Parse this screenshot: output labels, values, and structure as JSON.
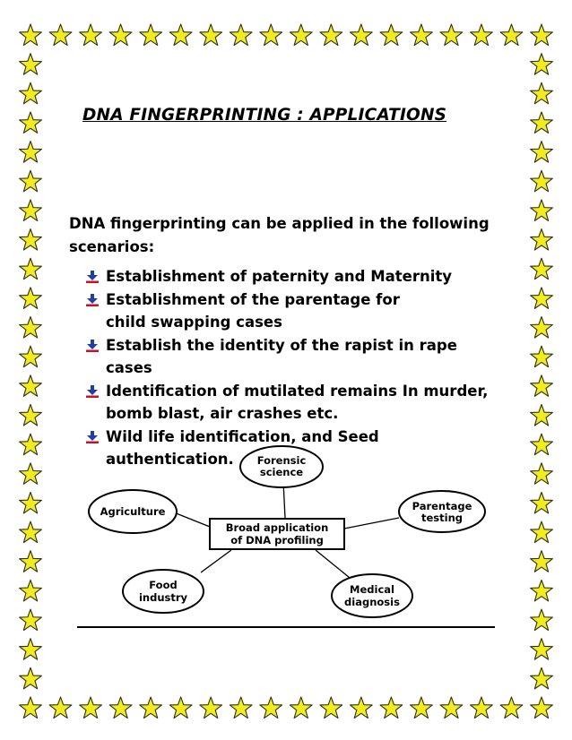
{
  "document": {
    "title": "DNA FINGERPRINTING : APPLICATIONS",
    "intro": "DNA fingerprinting can be applied in the following scenarios:",
    "bullets": [
      {
        "line1": "Establishment of paternity and Maternity",
        "line2": ""
      },
      {
        "line1": "Establishment of the parentage for",
        "line2": "child swapping cases"
      },
      {
        "line1": "Establish the identity of the rapist in rape cases",
        "line2": ""
      },
      {
        "line1": "Identification of mutilated remains In murder,",
        "line2": "bomb blast, air crashes etc."
      },
      {
        "line1": "Wild life identification, and Seed authentication.",
        "line2": ""
      }
    ]
  },
  "diagram": {
    "center": {
      "line1": "Broad application",
      "line2": "of DNA profiling"
    },
    "nodes": {
      "forensic": {
        "line1": "Forensic",
        "line2": "science"
      },
      "agriculture": {
        "line1": "Agriculture"
      },
      "parentage": {
        "line1": "Parentage",
        "line2": "testing"
      },
      "food": {
        "line1": "Food",
        "line2": "industry"
      },
      "medical": {
        "line1": "Medical",
        "line2": "diagnosis"
      }
    }
  },
  "colors": {
    "star_fill": "#f2ec1f",
    "star_outline": "#2e2e14",
    "bullet_arrow": "#1f3ea8",
    "bullet_bar": "#c8102e"
  },
  "icons": {
    "border": "star-icon",
    "bullet": "down-arrow-bullet-icon"
  }
}
